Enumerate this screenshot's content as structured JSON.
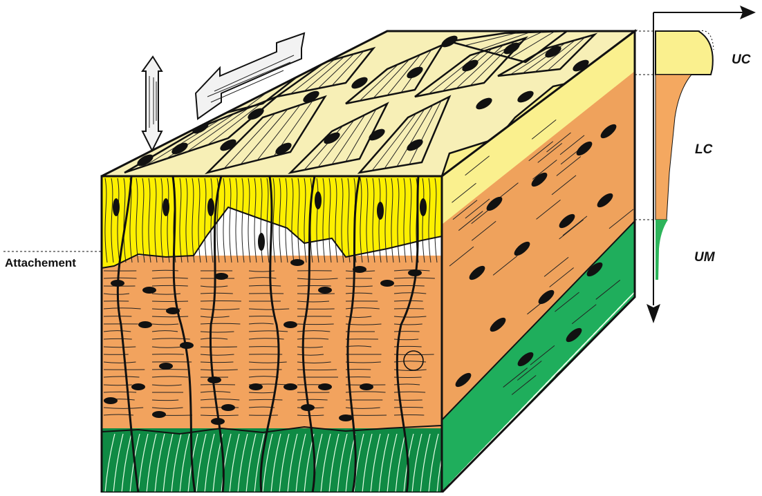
{
  "labels": {
    "attachment": "Attachement",
    "uc": "UC",
    "lc": "LC",
    "um": "UM"
  },
  "colors": {
    "upper_crust": "#fdf000",
    "upper_crust_top": "#f7efb6",
    "lower_crust": "#f2a35e",
    "lower_crust_side": "#efa25c",
    "upper_mantle": "#0f8a44",
    "upper_mantle_side": "#1fae5c",
    "profile_uc": "#faf08e",
    "profile_lc": "#f4a860",
    "profile_um": "#2db45a"
  },
  "icons": {
    "vertical_arrow": "double-headed-vertical-arrow-icon",
    "horizontal_arrow": "double-headed-oblique-arrow-icon",
    "profile_axes": "axes-arrows-icon"
  }
}
